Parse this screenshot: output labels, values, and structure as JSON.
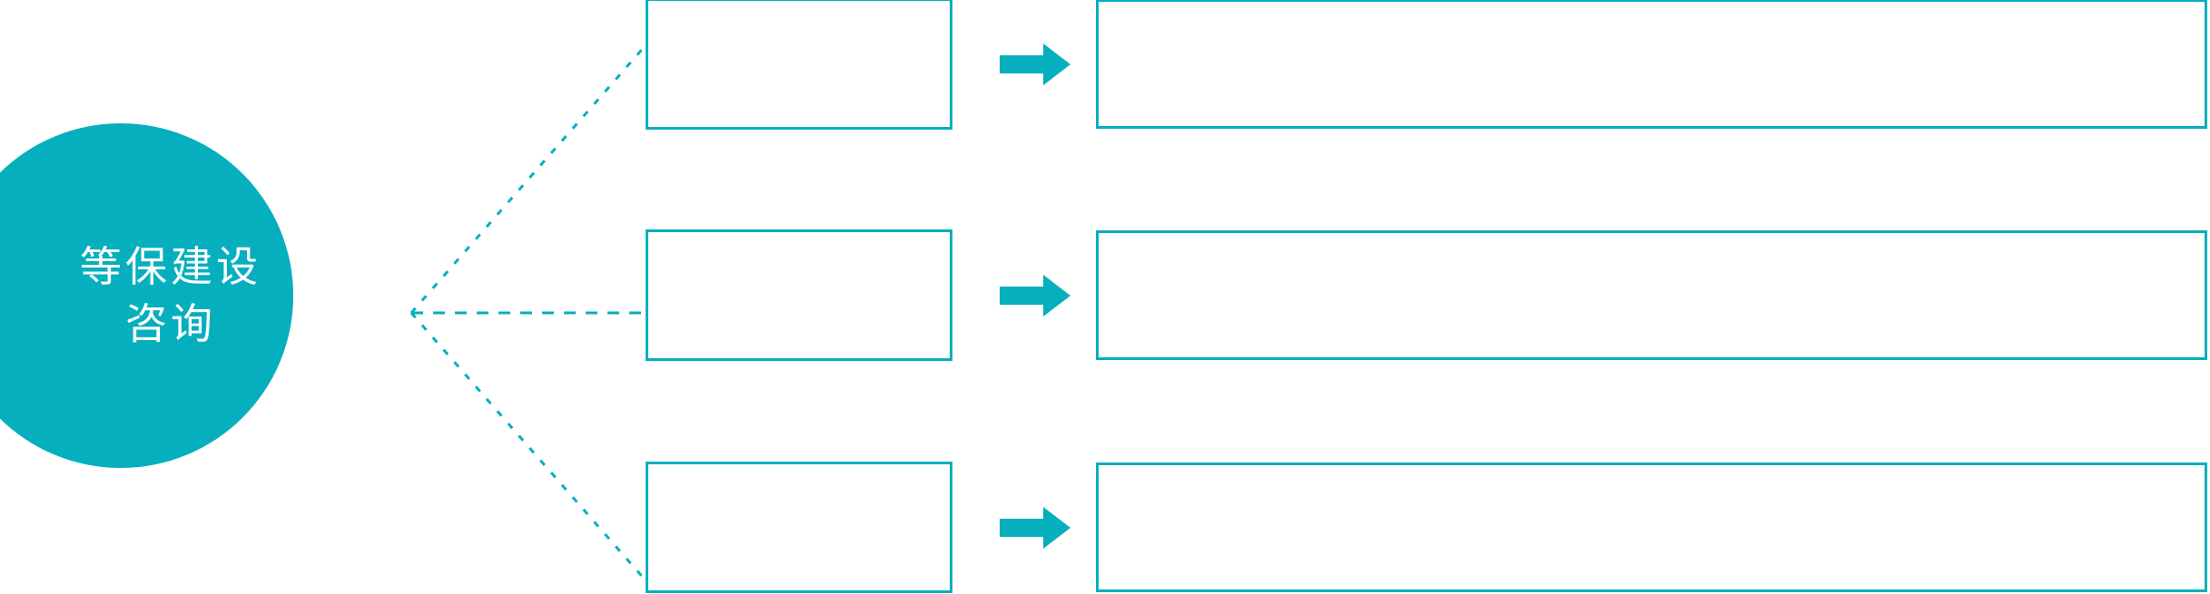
{
  "theme": {
    "accent": "#06AFBE",
    "background": "#FFFFFF",
    "hub_text_color": "#FFFFFF"
  },
  "hub": {
    "name": "hub-node",
    "shape": "circle",
    "lines": [
      "等保建设",
      "咨询"
    ]
  },
  "connectors": {
    "style": "dotted",
    "color": "#06AFBE",
    "vertex_label": "fan-out-vertex",
    "count": 3
  },
  "rows": [
    {
      "id": "row-1",
      "small_box_text": "",
      "arrow_icon": "right-arrow-icon",
      "large_box_text": ""
    },
    {
      "id": "row-2",
      "small_box_text": "",
      "arrow_icon": "right-arrow-icon",
      "large_box_text": ""
    },
    {
      "id": "row-3",
      "small_box_text": "",
      "arrow_icon": "right-arrow-icon",
      "large_box_text": ""
    }
  ]
}
